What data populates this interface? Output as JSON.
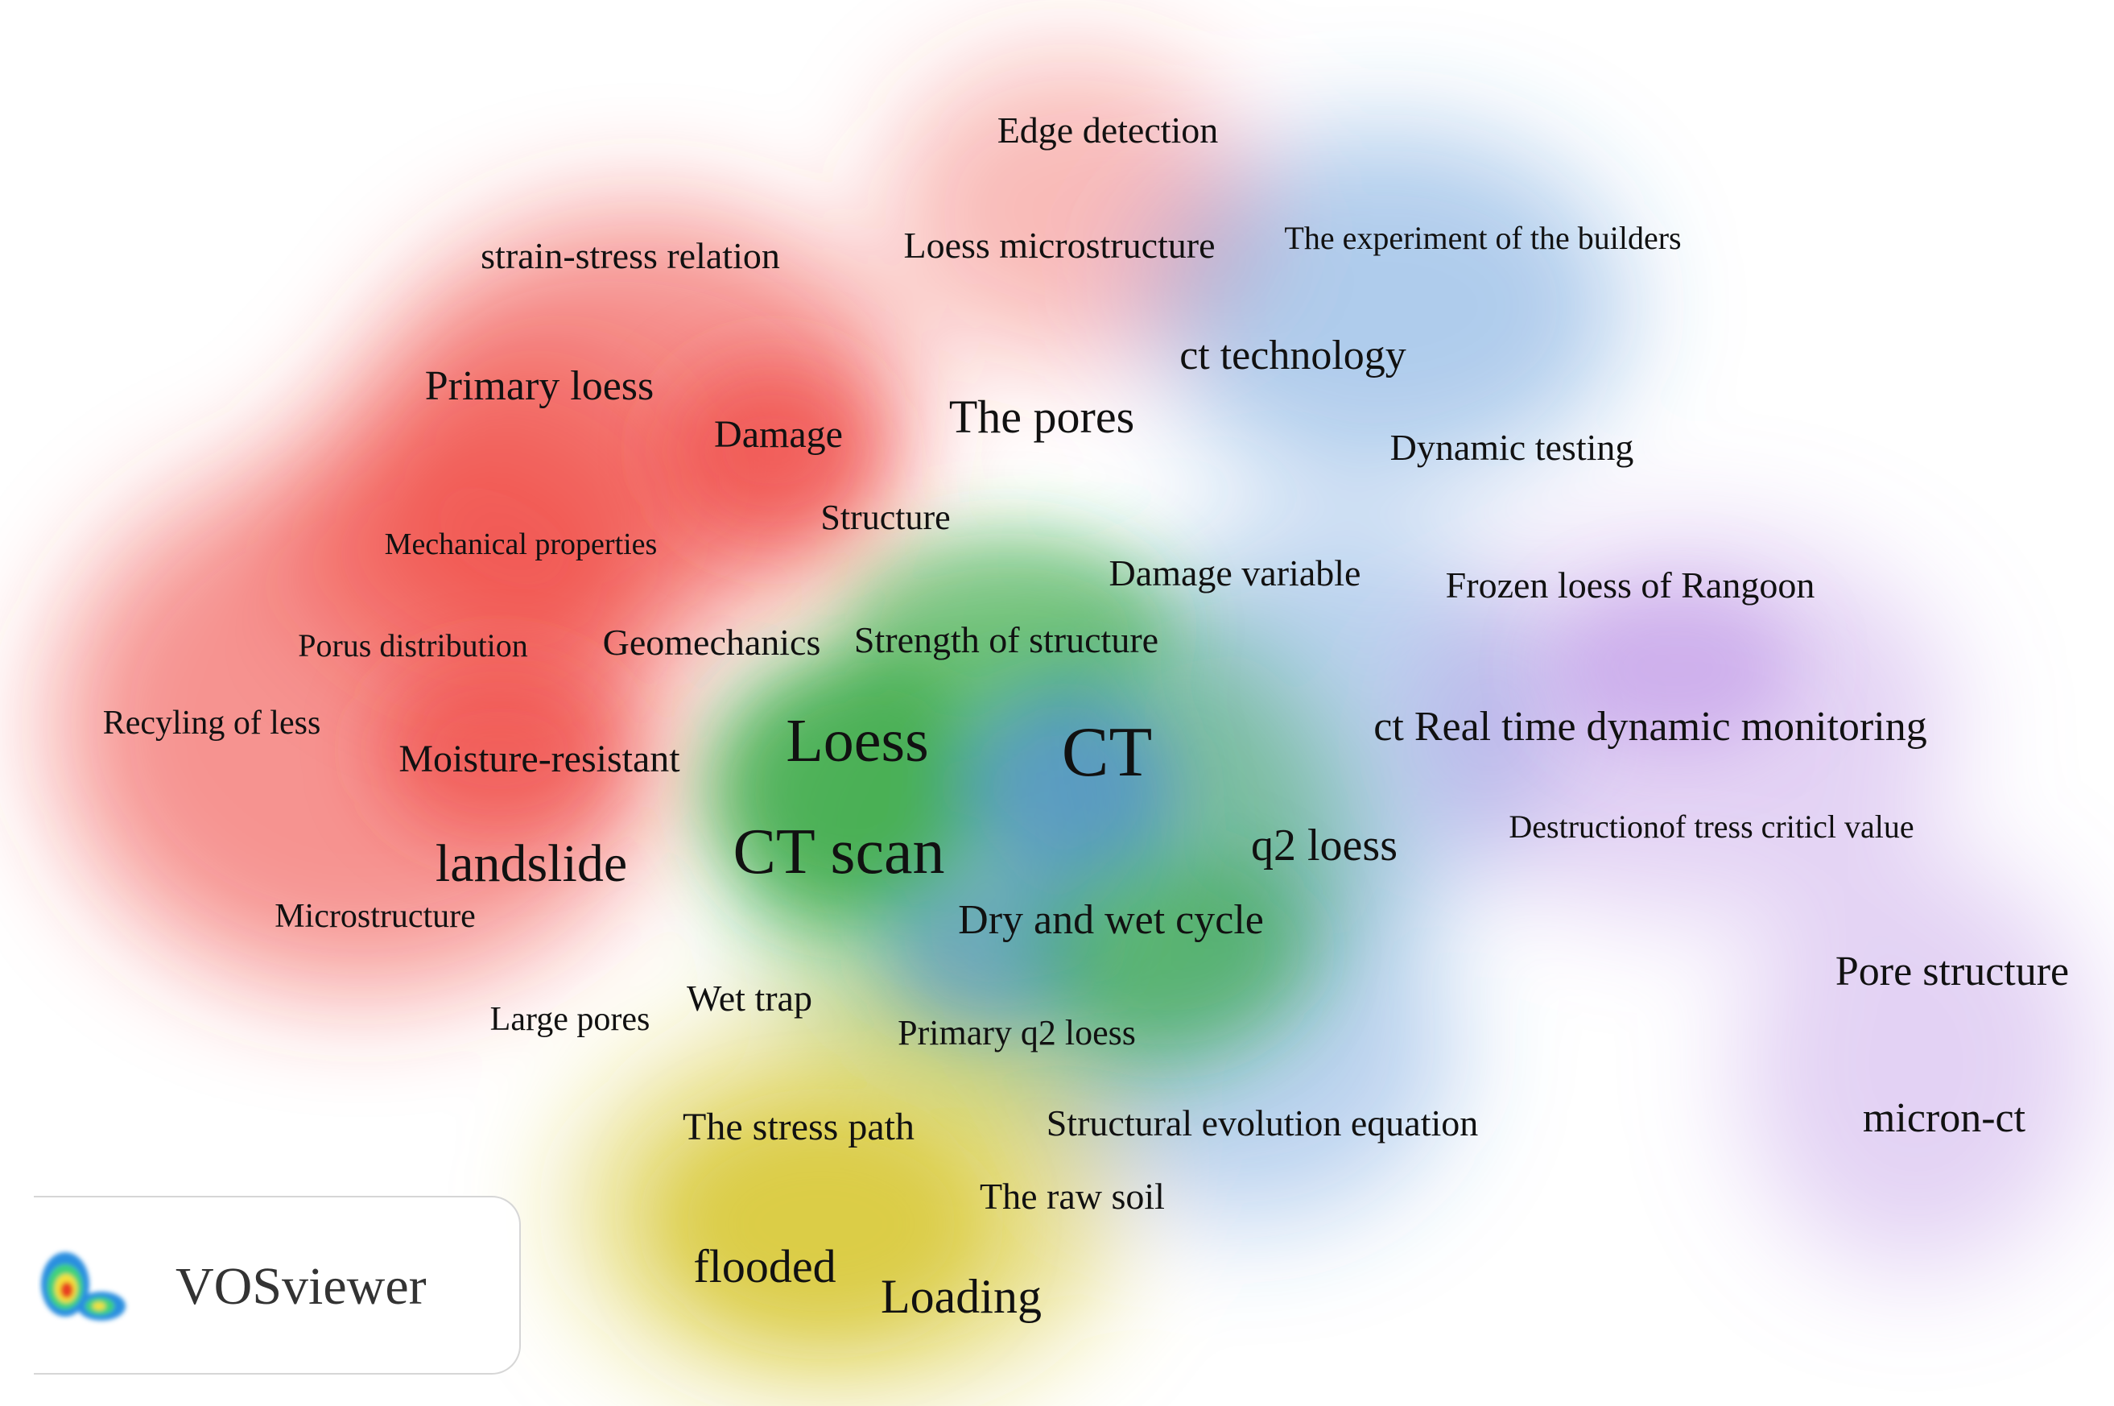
{
  "app": {
    "logo_text": "VOSviewer"
  },
  "clusters": {
    "red": "#ef3b36",
    "green": "#2ea33a",
    "blue": "#3a7fd0",
    "yellow": "#d4c21e",
    "purple": "#b07ee0"
  },
  "keywords": [
    {
      "id": "edge-detection",
      "label": "Edge detection"
    },
    {
      "id": "strain-stress-relation",
      "label": "strain-stress relation"
    },
    {
      "id": "loess-microstructure",
      "label": "Loess microstructure"
    },
    {
      "id": "experiment-of-builders",
      "label": "The experiment of the builders"
    },
    {
      "id": "ct-technology",
      "label": "ct technology"
    },
    {
      "id": "primary-loess",
      "label": "Primary loess"
    },
    {
      "id": "damage",
      "label": "Damage"
    },
    {
      "id": "the-pores",
      "label": "The pores"
    },
    {
      "id": "dynamic-testing",
      "label": "Dynamic testing"
    },
    {
      "id": "structure",
      "label": "Structure"
    },
    {
      "id": "mechanical-properties",
      "label": "Mechanical properties"
    },
    {
      "id": "damage-variable",
      "label": "Damage variable"
    },
    {
      "id": "frozen-loess-of-rangoon",
      "label": "Frozen loess of Rangoon"
    },
    {
      "id": "porus-distribution",
      "label": "Porus distribution"
    },
    {
      "id": "geomechanics",
      "label": "Geomechanics"
    },
    {
      "id": "strength-of-structure",
      "label": "Strength of structure"
    },
    {
      "id": "recyling-of-less",
      "label": "Recyling of less"
    },
    {
      "id": "moisture-resistant",
      "label": "Moisture-resistant"
    },
    {
      "id": "loess",
      "label": "Loess"
    },
    {
      "id": "ct",
      "label": "CT"
    },
    {
      "id": "ct-real-time-dynamic-monitoring",
      "label": "ct Real time dynamic monitoring"
    },
    {
      "id": "destruction-of-stress-critical-value",
      "label": "Destructionof tress criticl value"
    },
    {
      "id": "landslide",
      "label": "landslide"
    },
    {
      "id": "ct-scan",
      "label": "CT scan"
    },
    {
      "id": "q2-loess",
      "label": "q2 loess"
    },
    {
      "id": "microstructure",
      "label": "Microstructure"
    },
    {
      "id": "dry-and-wet-cycle",
      "label": "Dry and wet cycle"
    },
    {
      "id": "pore-structure",
      "label": "Pore structure"
    },
    {
      "id": "large-pores",
      "label": "Large pores"
    },
    {
      "id": "wet-trap",
      "label": "Wet trap"
    },
    {
      "id": "primary-q2-loess",
      "label": "Primary q2 loess"
    },
    {
      "id": "the-stress-path",
      "label": "The stress path"
    },
    {
      "id": "structural-evolution-equation",
      "label": "Structural evolution equation"
    },
    {
      "id": "micron-ct",
      "label": "micron-ct"
    },
    {
      "id": "the-raw-soil",
      "label": "The raw soil"
    },
    {
      "id": "flooded",
      "label": "flooded"
    },
    {
      "id": "loading",
      "label": "Loading"
    }
  ]
}
